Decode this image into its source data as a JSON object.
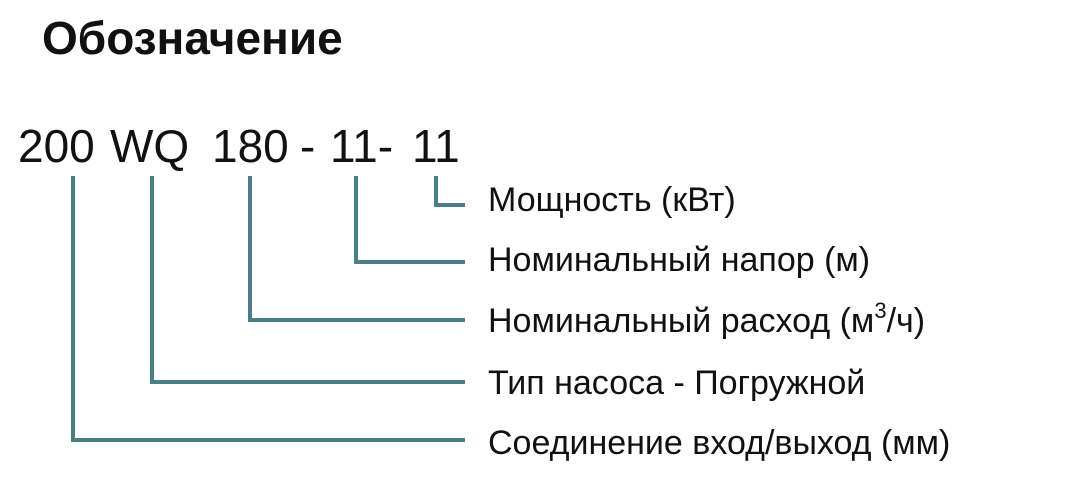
{
  "title": "Обозначение",
  "code": {
    "connection": "200",
    "type": "WQ",
    "flow": "180",
    "sep1": "-",
    "head": "11-",
    "power": "11"
  },
  "labels": {
    "power": "Мощность (кВт)",
    "head": "Номинальный напор (м)",
    "flow_prefix": "Номинальный расход (м",
    "flow_sup": "3",
    "flow_suffix": "/ч)",
    "type": "Тип насоса - Погружной",
    "connection": "Соединение вход/выход (мм)"
  },
  "colors": {
    "connector": "#4a7f86",
    "text": "#111111"
  }
}
